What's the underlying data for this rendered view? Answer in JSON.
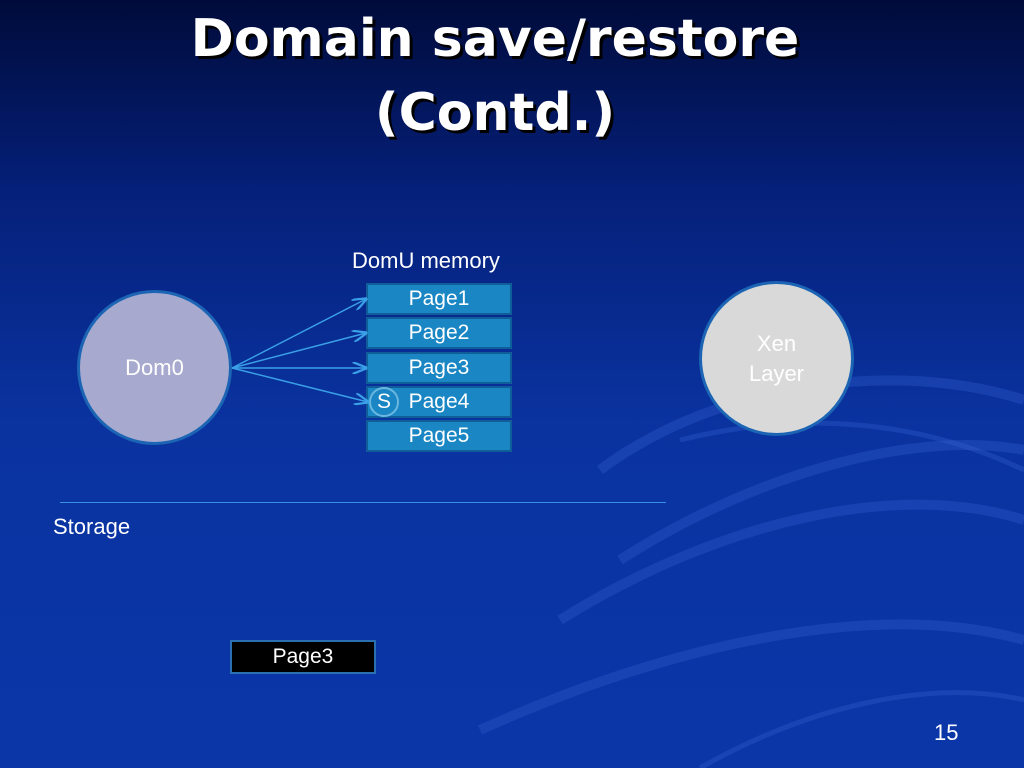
{
  "slide": {
    "title_line1": "Domain save/restore",
    "title_line2": "(Contd.)",
    "number": "15"
  },
  "diagram": {
    "memory_label": "DomU memory",
    "dom0_label": "Dom0",
    "xen_label_line1": "Xen",
    "xen_label_line2": "Layer",
    "pages": [
      "Page1",
      "Page2",
      "Page3",
      "Page4",
      "Page5"
    ],
    "marker_label": "S",
    "storage_label": "Storage",
    "stored_page": "Page3"
  },
  "colors": {
    "background": "#0a33a0",
    "dom0_fill": "#a7a9cf",
    "xen_fill": "#d9d9d9",
    "page_fill": "#1a86c4",
    "arrow": "#3aa0e8"
  }
}
